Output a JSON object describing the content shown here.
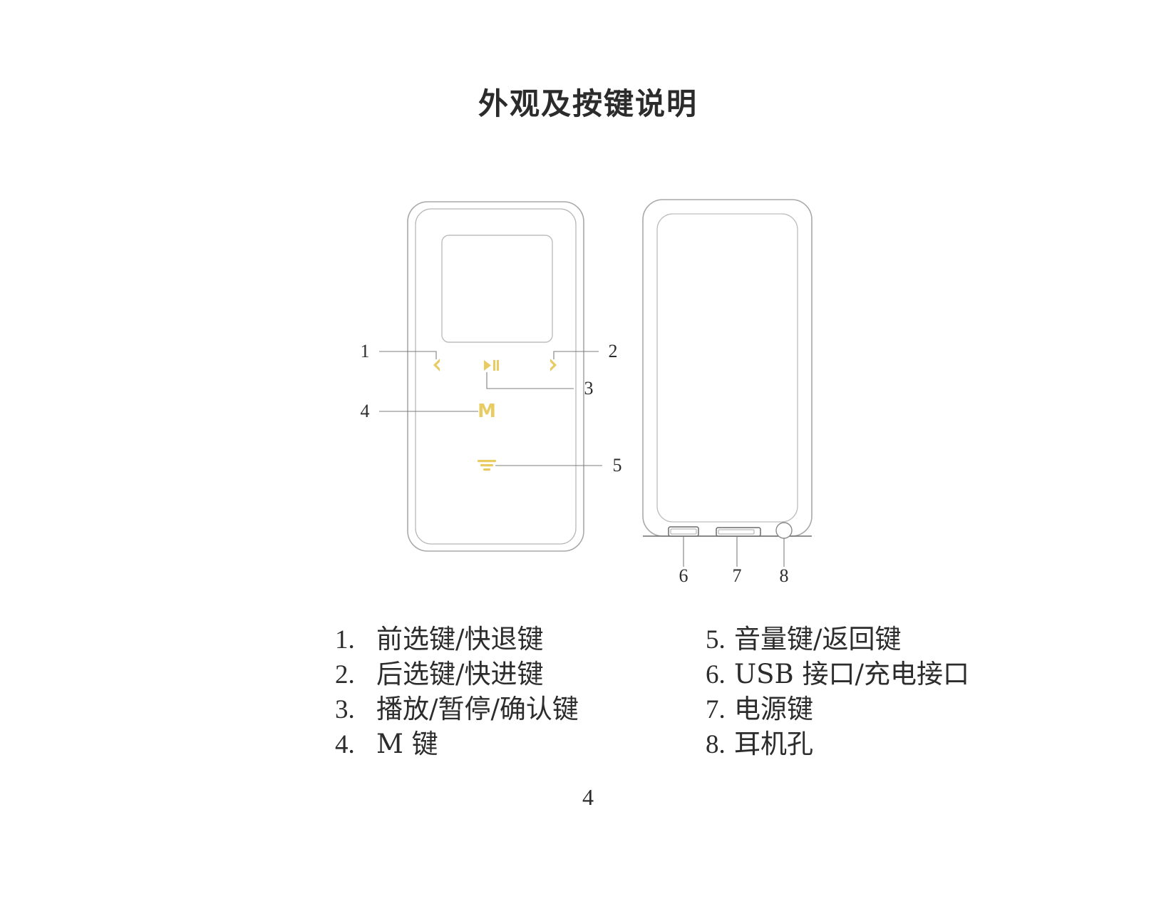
{
  "document": {
    "title": "外观及按键说明",
    "page_number": "4"
  },
  "figure": {
    "front_device": {
      "name": "播放器正面",
      "callouts": [
        {
          "id": "1",
          "label": "1",
          "icon": "previous-track-icon"
        },
        {
          "id": "2",
          "label": "2",
          "icon": "next-track-icon"
        },
        {
          "id": "3",
          "label": "3",
          "icon": "play-pause-icon"
        },
        {
          "id": "4",
          "label": "4",
          "icon": "m-key-icon"
        },
        {
          "id": "5",
          "label": "5",
          "icon": "volume-back-icon"
        }
      ],
      "icon_color": "#e8cc63",
      "outline_color": "#9a9a9a"
    },
    "back_device": {
      "name": "播放器背面",
      "callouts": [
        {
          "id": "6",
          "label": "6",
          "icon": "usb-port-icon"
        },
        {
          "id": "7",
          "label": "7",
          "icon": "power-key-icon"
        },
        {
          "id": "8",
          "label": "8",
          "icon": "earphone-jack-icon"
        }
      ],
      "outline_color": "#9a9a9a"
    }
  },
  "legend": {
    "left_column": [
      {
        "num": "1.",
        "text": "前选键/快退键"
      },
      {
        "num": "2.",
        "text": "后选键/快进键"
      },
      {
        "num": "3.",
        "text": "播放/暂停/确认键"
      },
      {
        "num": "4.",
        "text": "M 键"
      }
    ],
    "right_column": [
      {
        "num": "5.",
        "text": "音量键/返回键"
      },
      {
        "num": "6.",
        "text": "USB 接口/充电接口"
      },
      {
        "num": "7.",
        "text": "电源键"
      },
      {
        "num": "8.",
        "text": "耳机孔"
      }
    ]
  }
}
